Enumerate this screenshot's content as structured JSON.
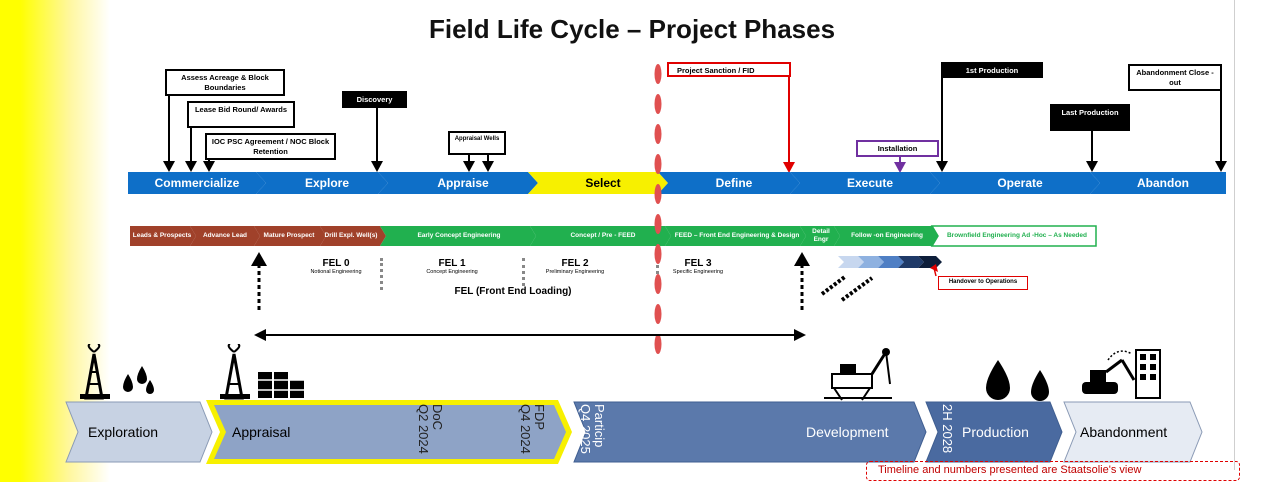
{
  "title": "Field Life Cycle – Project Phases",
  "milestones": {
    "assess": "Assess Acreage & Block Boundaries",
    "lease": "Lease Bid Round/ Awards",
    "ioc": "IOC PSC Agreement / NOC Block Retention",
    "discovery": "Discovery",
    "appraisal_wells": "Appraisal Wells",
    "sanction": "Project Sanction / FID",
    "installation": "Installation",
    "first_production": "1st Production",
    "last_production": "Last Production",
    "abandonment": "Abandonment Close -out"
  },
  "phases": [
    "Commercialize",
    "Explore",
    "Appraise",
    "Select",
    "Define",
    "Execute",
    "Operate",
    "Abandon"
  ],
  "fel_steps": [
    "Leads & Prospects",
    "Advance Lead",
    "Mature Prospect",
    "Drill Expl. Well(s)",
    "Early Concept Engineering",
    "Concept / Pre - FEED",
    "FEED – Front End Engineering & Design",
    "Detail Engr",
    "Follow -on Engineering",
    "Brownfield Engineering Ad -Hoc – As Needed"
  ],
  "fel_labels": {
    "fel0": "FEL 0",
    "fel0_sub": "Notional Engineering",
    "fel1": "FEL 1",
    "fel1_sub": "Concept Engineering",
    "fel2": "FEL 2",
    "fel2_sub": "Preliminary Engineering",
    "fel3": "FEL 3",
    "fel3_sub": "Specific Engineering",
    "fel_full": "FEL (Front End Loading)",
    "handover": "Handover to Operations"
  },
  "bottom_stages": [
    "Exploration",
    "Appraisal",
    "Development",
    "Production",
    "Abandonment"
  ],
  "bottom_milestones": [
    {
      "label": "DoC",
      "date": "Q2 2024"
    },
    {
      "label": "FDP",
      "date": "Q4 2024"
    },
    {
      "label": "Particip",
      "date": "Q4 2025"
    },
    {
      "label": "",
      "date": "2H 2028"
    }
  ],
  "disclaimer": "Timeline and numbers presented are Staatsolie's view",
  "colors": {
    "phase_blue": "#0e6fc8",
    "select_yellow": "#f7f000",
    "fel_brown": "#a0412a",
    "fel_green": "#21b04f",
    "chev_light": "#c7d2e3",
    "chev_mid": "#8ea3c6",
    "chev_dark": "#5b79ab",
    "red": "#e00000"
  }
}
